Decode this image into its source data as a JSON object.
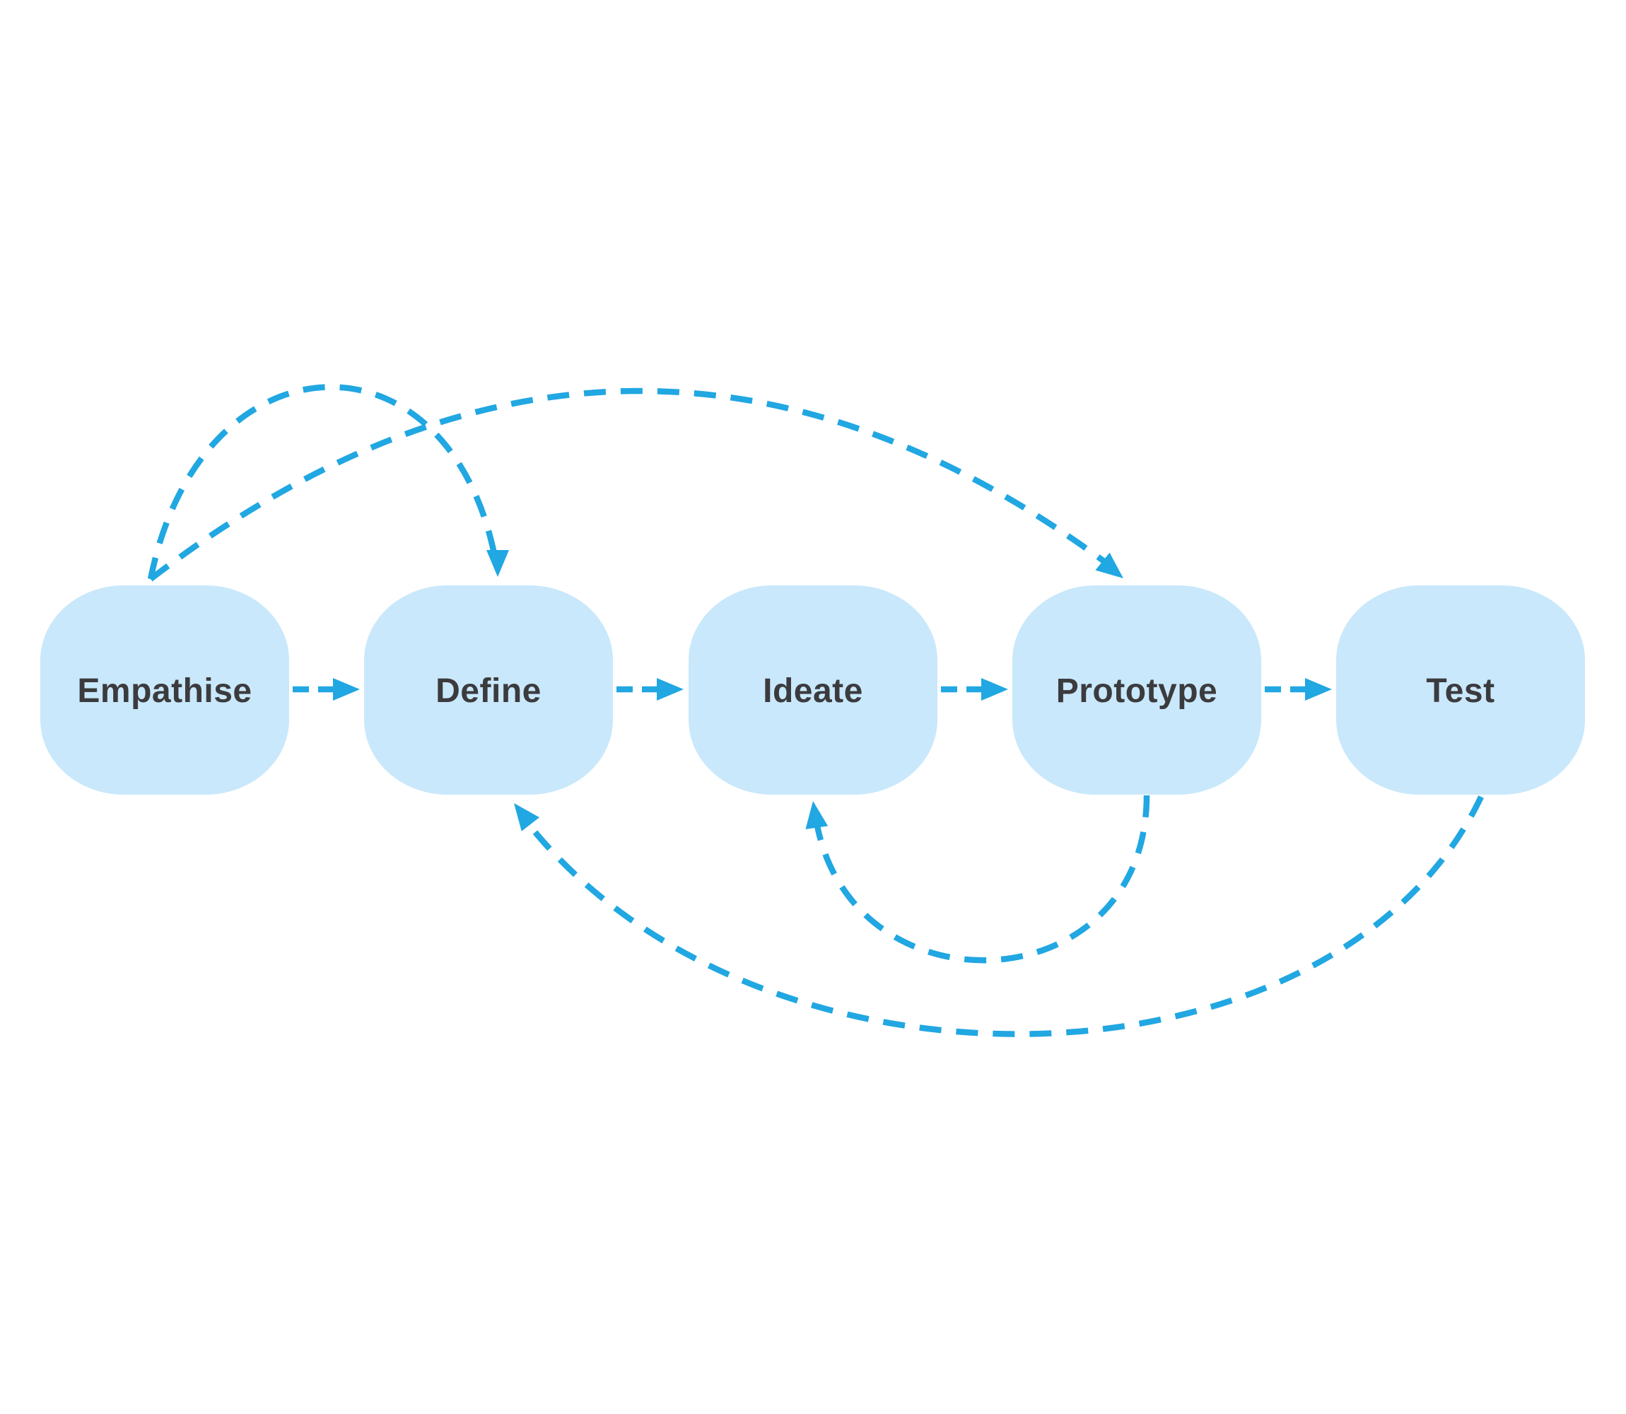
{
  "diagram": {
    "type": "process-flow",
    "background": "#FFFFFF",
    "colors": {
      "node_fill": "#C9E8FB",
      "connector_blue": "#21A7E2",
      "label_text": "#3B3B3E"
    },
    "nodes": [
      {
        "id": "empathise",
        "label": "Empathise"
      },
      {
        "id": "define",
        "label": "Define"
      },
      {
        "id": "ideate",
        "label": "Ideate"
      },
      {
        "id": "prototype",
        "label": "Prototype"
      },
      {
        "id": "test",
        "label": "Test"
      }
    ],
    "edges": [
      {
        "from": "Empathise",
        "to": "Define",
        "kind": "dashed-straight-arrow"
      },
      {
        "from": "Define",
        "to": "Ideate",
        "kind": "dashed-straight-arrow"
      },
      {
        "from": "Ideate",
        "to": "Prototype",
        "kind": "dashed-straight-arrow"
      },
      {
        "from": "Prototype",
        "to": "Test",
        "kind": "dashed-straight-arrow"
      },
      {
        "from": "Empathise",
        "to": "Define",
        "kind": "dashed-arc-over-top"
      },
      {
        "from": "Empathise",
        "to": "Prototype",
        "kind": "dashed-arc-over-top"
      },
      {
        "from": "Prototype",
        "to": "Ideate",
        "kind": "dashed-arc-under-bottom"
      },
      {
        "from": "Test",
        "to": "Define",
        "kind": "dashed-arc-under-bottom"
      }
    ]
  }
}
